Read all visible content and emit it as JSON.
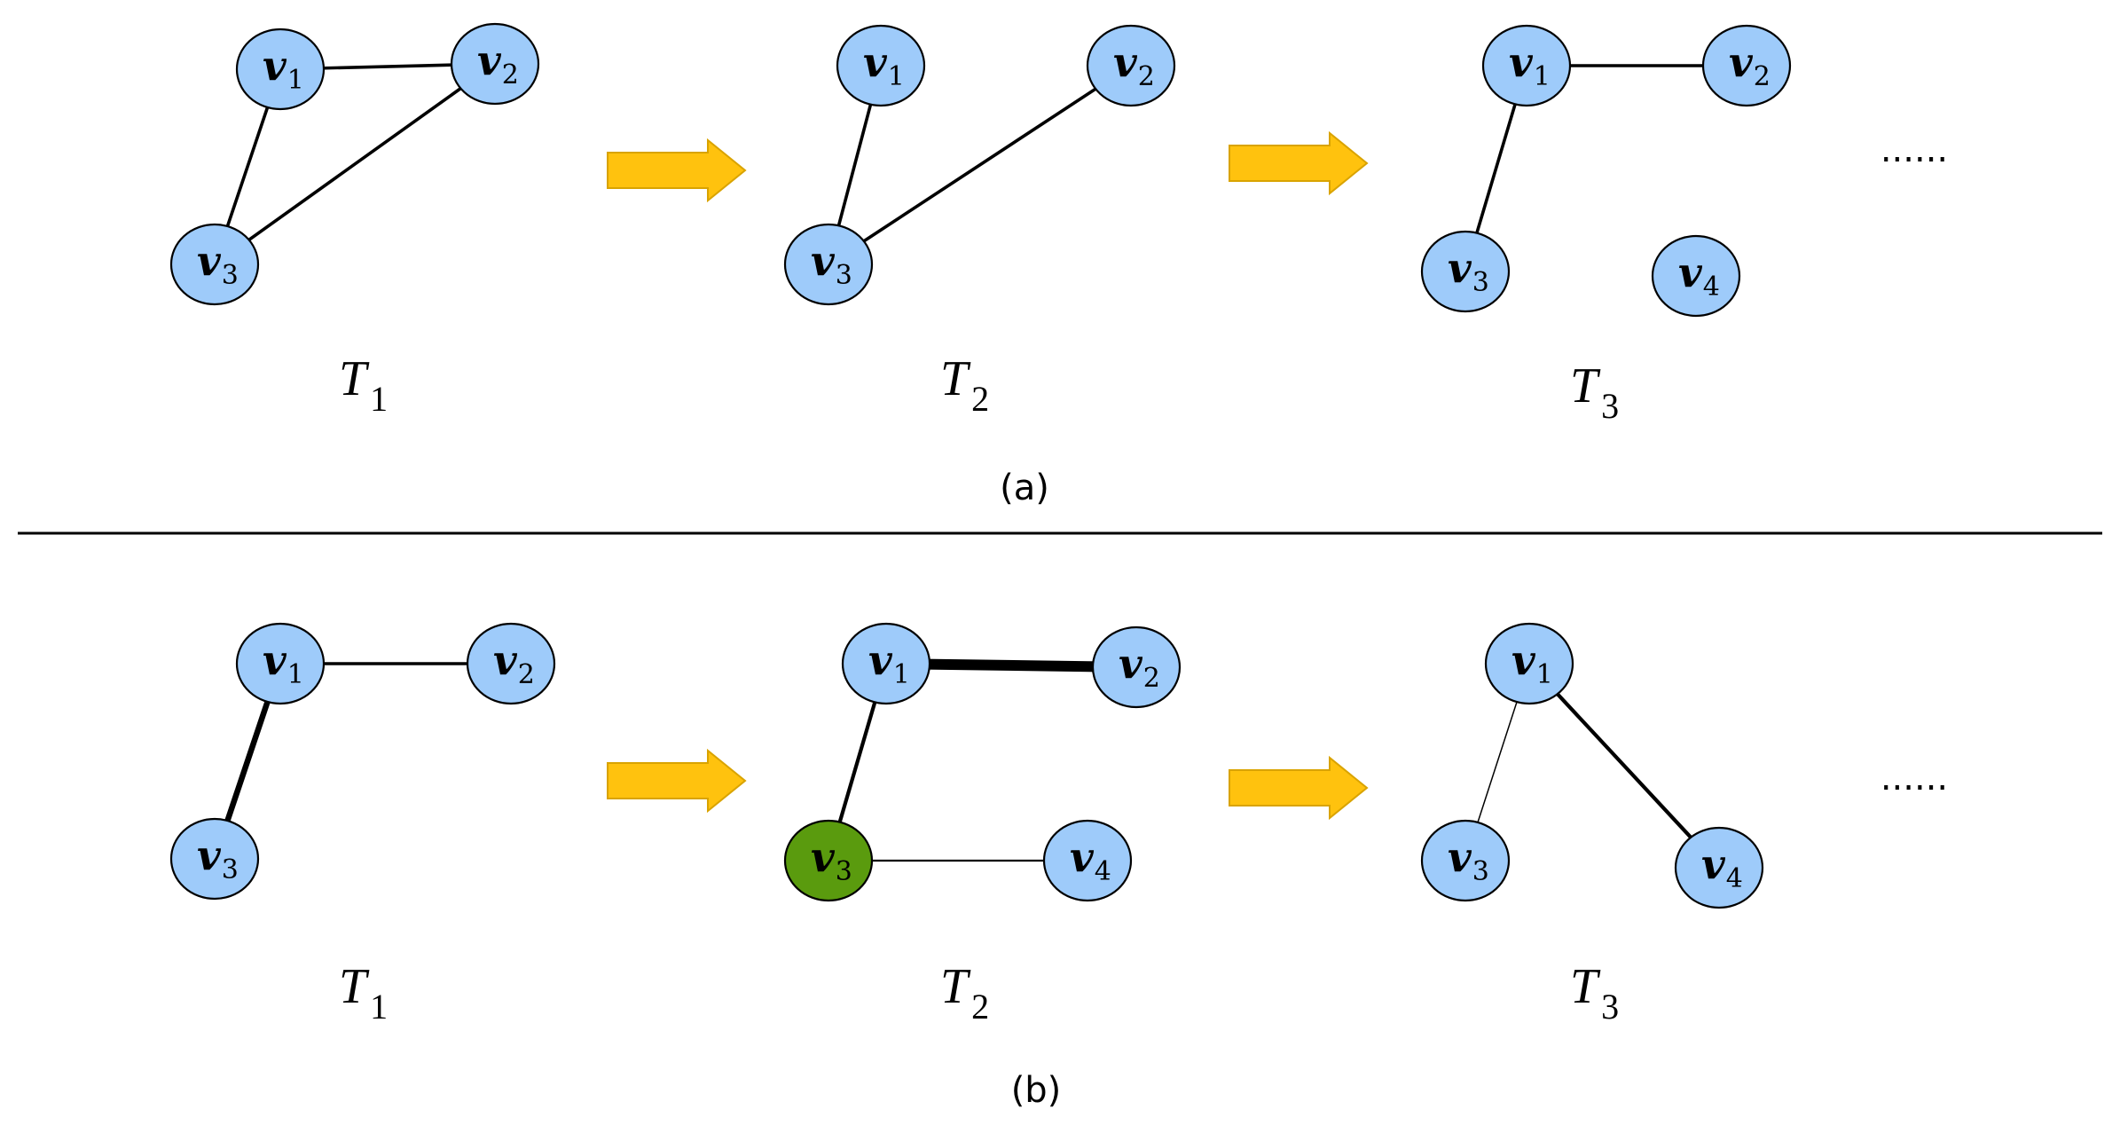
{
  "colors": {
    "node_fill": "#9ecbfa",
    "node_fill_highlight": "#5a9b0e",
    "node_stroke": "#000000",
    "edge": "#000000",
    "arrow_fill": "#ffc20e",
    "arrow_stroke": "#d9a300",
    "divider": "#000000"
  },
  "panels": [
    {
      "id": "a",
      "caption": "(a)",
      "continuation": "......",
      "snapshots": [
        {
          "id": "T1",
          "label": "T",
          "label_sub": "1",
          "nodes": [
            {
              "id": "v1",
              "label": "v",
              "sub": "1",
              "highlight": false
            },
            {
              "id": "v2",
              "label": "v",
              "sub": "2",
              "highlight": false
            },
            {
              "id": "v3",
              "label": "v",
              "sub": "3",
              "highlight": false
            }
          ],
          "edges": [
            {
              "from": "v1",
              "to": "v2",
              "weight": "normal"
            },
            {
              "from": "v1",
              "to": "v3",
              "weight": "normal"
            },
            {
              "from": "v2",
              "to": "v3",
              "weight": "normal"
            }
          ]
        },
        {
          "id": "T2",
          "label": "T",
          "label_sub": "2",
          "nodes": [
            {
              "id": "v1",
              "label": "v",
              "sub": "1",
              "highlight": false
            },
            {
              "id": "v2",
              "label": "v",
              "sub": "2",
              "highlight": false
            },
            {
              "id": "v3",
              "label": "v",
              "sub": "3",
              "highlight": false
            }
          ],
          "edges": [
            {
              "from": "v1",
              "to": "v3",
              "weight": "normal"
            },
            {
              "from": "v2",
              "to": "v3",
              "weight": "normal"
            }
          ]
        },
        {
          "id": "T3",
          "label": "T",
          "label_sub": "3",
          "nodes": [
            {
              "id": "v1",
              "label": "v",
              "sub": "1",
              "highlight": false
            },
            {
              "id": "v2",
              "label": "v",
              "sub": "2",
              "highlight": false
            },
            {
              "id": "v3",
              "label": "v",
              "sub": "3",
              "highlight": false
            },
            {
              "id": "v4",
              "label": "v",
              "sub": "4",
              "highlight": false
            }
          ],
          "edges": [
            {
              "from": "v1",
              "to": "v2",
              "weight": "normal"
            },
            {
              "from": "v1",
              "to": "v3",
              "weight": "normal"
            }
          ]
        }
      ]
    },
    {
      "id": "b",
      "caption": "(b)",
      "continuation": "......",
      "snapshots": [
        {
          "id": "T1",
          "label": "T",
          "label_sub": "1",
          "nodes": [
            {
              "id": "v1",
              "label": "v",
              "sub": "1",
              "highlight": false
            },
            {
              "id": "v2",
              "label": "v",
              "sub": "2",
              "highlight": false
            },
            {
              "id": "v3",
              "label": "v",
              "sub": "3",
              "highlight": false
            }
          ],
          "edges": [
            {
              "from": "v1",
              "to": "v2",
              "weight": "normal"
            },
            {
              "from": "v1",
              "to": "v3",
              "weight": "thick"
            }
          ]
        },
        {
          "id": "T2",
          "label": "T",
          "label_sub": "2",
          "nodes": [
            {
              "id": "v1",
              "label": "v",
              "sub": "1",
              "highlight": false
            },
            {
              "id": "v2",
              "label": "v",
              "sub": "2",
              "highlight": false
            },
            {
              "id": "v3",
              "label": "v",
              "sub": "3",
              "highlight": true
            },
            {
              "id": "v4",
              "label": "v",
              "sub": "4",
              "highlight": false
            }
          ],
          "edges": [
            {
              "from": "v1",
              "to": "v2",
              "weight": "heavy"
            },
            {
              "from": "v1",
              "to": "v3",
              "weight": "medium"
            },
            {
              "from": "v3",
              "to": "v4",
              "weight": "thin"
            }
          ]
        },
        {
          "id": "T3",
          "label": "T",
          "label_sub": "3",
          "nodes": [
            {
              "id": "v1",
              "label": "v",
              "sub": "1",
              "highlight": false
            },
            {
              "id": "v3",
              "label": "v",
              "sub": "3",
              "highlight": false
            },
            {
              "id": "v4",
              "label": "v",
              "sub": "4",
              "highlight": false
            }
          ],
          "edges": [
            {
              "from": "v1",
              "to": "v3",
              "weight": "hairline"
            },
            {
              "from": "v1",
              "to": "v4",
              "weight": "medium"
            }
          ]
        }
      ]
    }
  ]
}
